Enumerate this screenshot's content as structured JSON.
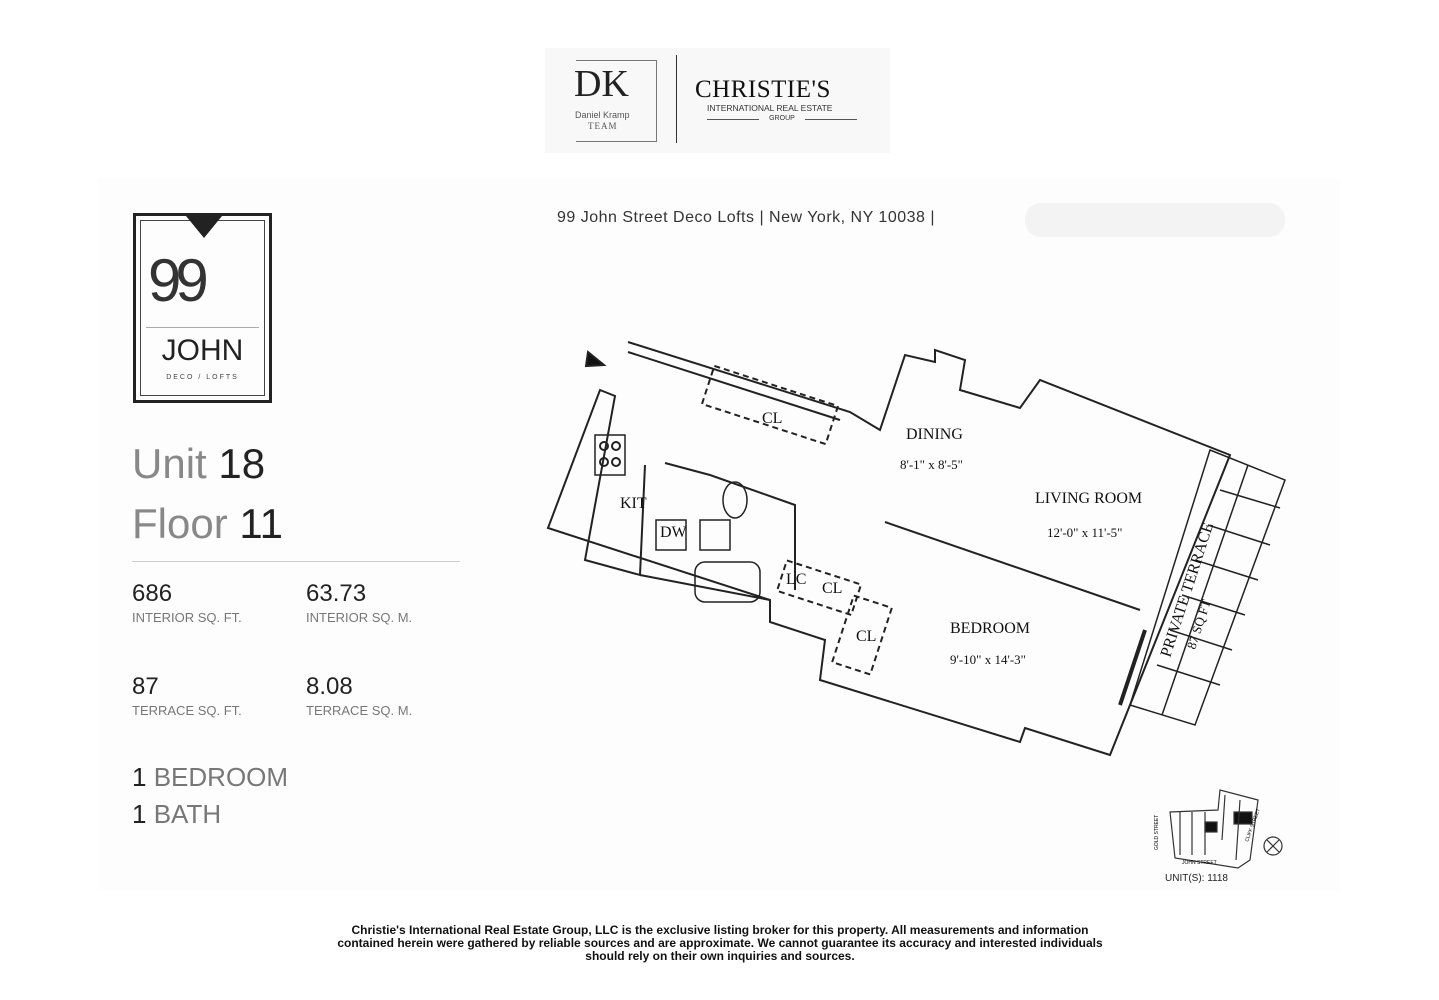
{
  "header": {
    "dk_logo": {
      "letters": "DK",
      "name": "Daniel Kramp",
      "team": "TEAM"
    },
    "christies_logo": {
      "name": "CHRISTIE'S",
      "sub": "INTERNATIONAL REAL ESTATE",
      "group": "GROUP"
    }
  },
  "building_logo": {
    "number": "99",
    "name": "JOHN",
    "tagline": "DECO / LOFTS"
  },
  "address": "99 John Street Deco Lofts  |  New York, NY 10038  |",
  "unit": {
    "unit_label": "Unit",
    "unit_value": "18",
    "floor_label": "Floor",
    "floor_value": "11"
  },
  "stats": [
    {
      "value": "686",
      "label": "INTERIOR SQ. FT."
    },
    {
      "value": "63.73",
      "label": "INTERIOR SQ. M."
    },
    {
      "value": "87",
      "label": "TERRACE SQ. FT."
    },
    {
      "value": "8.08",
      "label": "TERRACE SQ. M."
    }
  ],
  "rooms": {
    "bed_count": "1",
    "bed_label": "BEDROOM",
    "bath_count": "1",
    "bath_label": "BATH"
  },
  "plan": {
    "labels": {
      "kit": "KIT",
      "dw": "DW",
      "cl1": "CL",
      "cl2": "CL",
      "cl3": "CL",
      "lc": "LC",
      "dining": "DINING",
      "dining_dim": "8'-1\" x 8'-5\"",
      "living": "LIVING ROOM",
      "living_dim": "12'-0\" x 11'-5\"",
      "bedroom": "BEDROOM",
      "bedroom_dim": "9'-10\" x 14'-3\"",
      "terrace": "PRIVATE TERRACE",
      "terrace_area": "87 SQ FT"
    }
  },
  "keyplan": {
    "gold": "GOLD STREET",
    "john": "JOHN STREET",
    "cliff": "CLIFF STREET",
    "units": "UNIT(S): 1118"
  },
  "disclaimer": "Christie's International Real Estate Group, LLC is the exclusive listing broker for this property. All measurements and information contained herein were gathered by reliable sources and are approximate. We cannot guarantee its accuracy and interested individuals should rely on their own inquiries and sources."
}
